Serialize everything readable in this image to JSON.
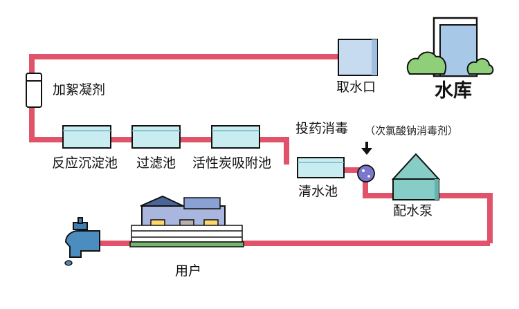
{
  "labels": {
    "reservoir": "水库",
    "intake": "取水口",
    "coagulant": "加絮凝剂",
    "sedimentation": "反应沉淀池",
    "filter": "过滤池",
    "carbon": "活性炭吸附池",
    "disinfection": "投药消毒",
    "disinfectant_note": "（次氯酸钠消毒剂）",
    "clear_water": "清水池",
    "pump": "配水泵",
    "user": "用户"
  },
  "colors": {
    "pipe": "#e0536a",
    "water": "#c9ecf1",
    "water_dark": "#a9dfe7",
    "pump": "#86cdc8",
    "reservoir": "#a8c8e8",
    "bush": "#8fcf7a",
    "house_roof": "#4a6698",
    "house_wall": "#a9b6de",
    "tap": "#4c8dc0",
    "chemical": "#7a78cc"
  },
  "icons": {
    "tap": "water-tap-icon",
    "house": "house-icon",
    "chemical": "chemical-dose-icon",
    "arrow": "down-arrow-icon"
  }
}
